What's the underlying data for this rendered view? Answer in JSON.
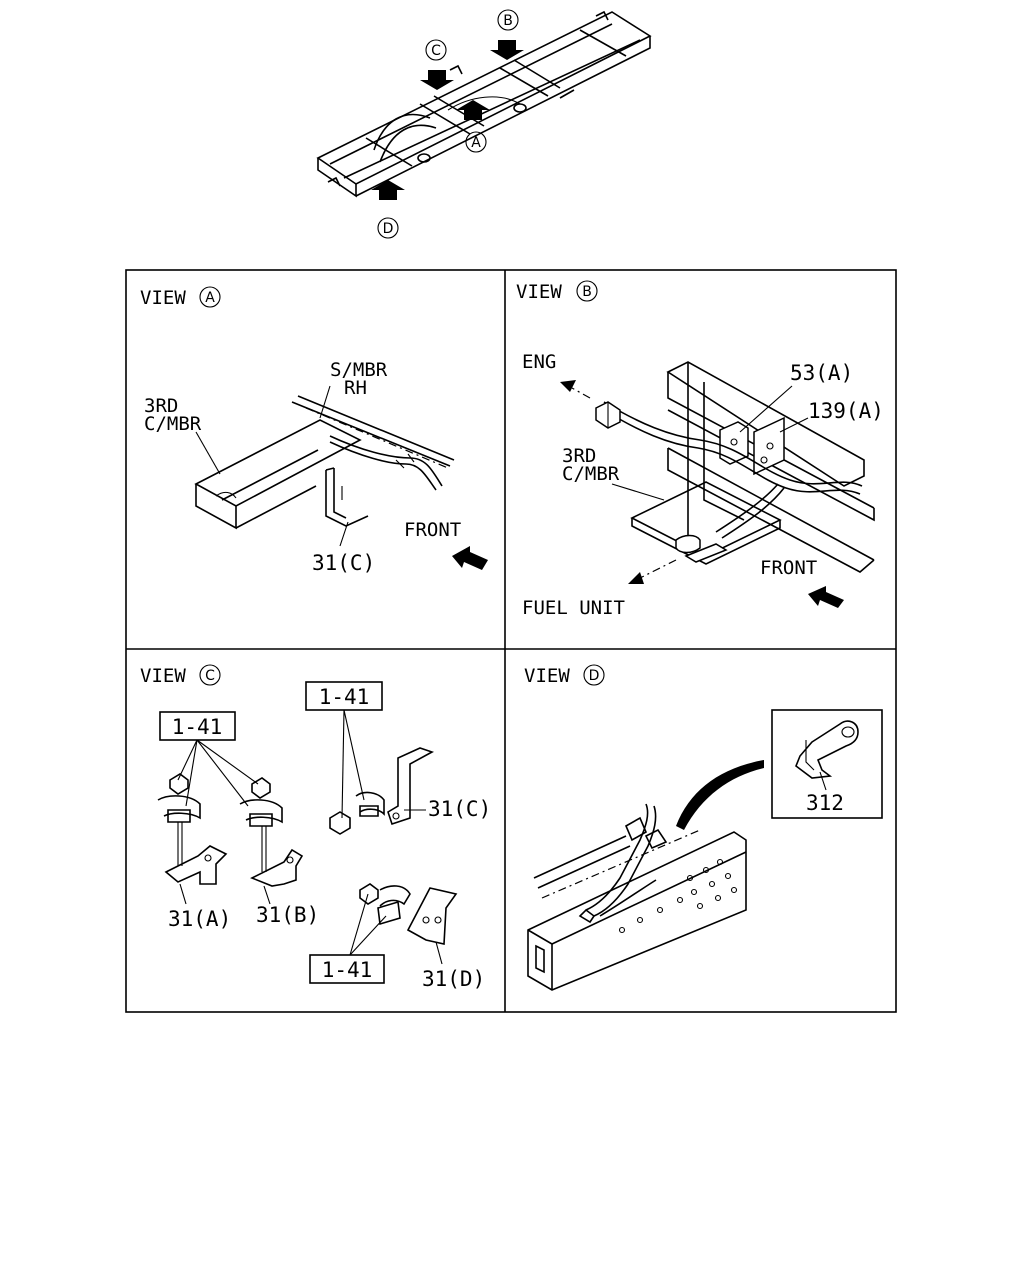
{
  "overview": {
    "marker_a": "A",
    "marker_b": "B",
    "marker_c": "C",
    "marker_d": "D"
  },
  "view_a": {
    "title_prefix": "VIEW",
    "title_marker": "A",
    "label_smbr": "S/MBR",
    "label_rh": "RH",
    "label_3rd": "3RD",
    "label_cmbr": "C/MBR",
    "label_front": "FRONT",
    "label_part": "31(C)"
  },
  "view_b": {
    "title_prefix": "VIEW",
    "title_marker": "B",
    "label_eng": "ENG",
    "label_part_53": "53(A)",
    "label_part_139": "139(A)",
    "label_3rd": "3RD",
    "label_cmbr": "C/MBR",
    "label_front": "FRONT",
    "label_fuel_unit": "FUEL UNIT"
  },
  "view_c": {
    "title_prefix": "VIEW",
    "title_marker": "C",
    "ref_box_1": "1-41",
    "ref_box_2": "1-41",
    "ref_box_3": "1-41",
    "label_31a": "31(A)",
    "label_31b": "31(B)",
    "label_31c": "31(C)",
    "label_31d": "31(D)"
  },
  "view_d": {
    "title_prefix": "VIEW",
    "title_marker": "D",
    "label_312": "312"
  }
}
